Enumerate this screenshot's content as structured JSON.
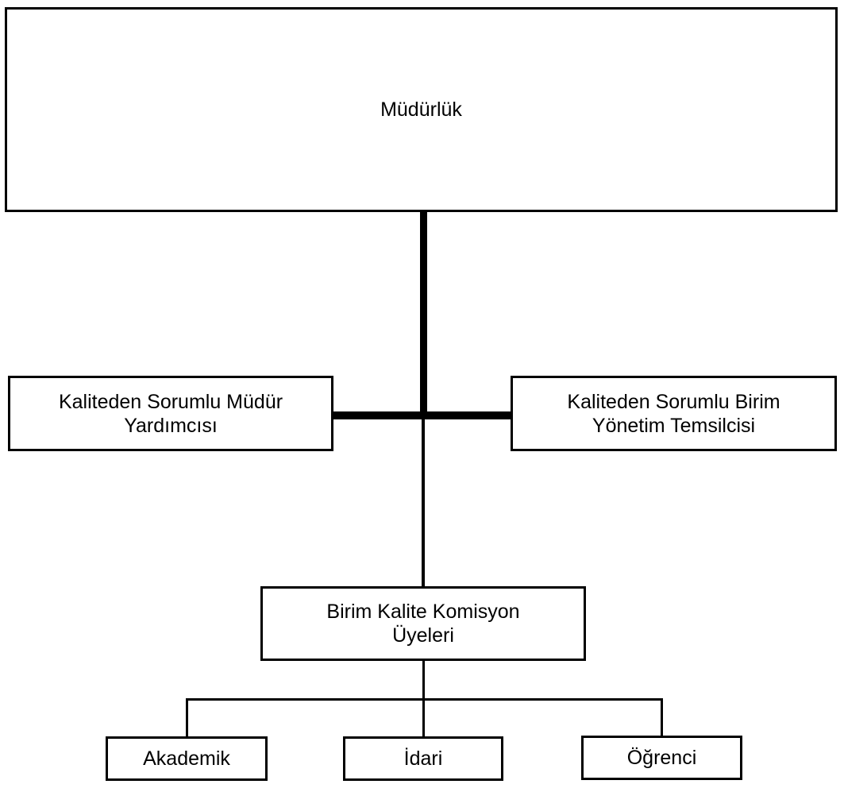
{
  "org_chart": {
    "root": {
      "label": "Müdürlük"
    },
    "deputies": {
      "left": {
        "line1": "Kaliteden Sorumlu Müdür",
        "line2": "Yardımcısı"
      },
      "right": {
        "line1": "Kaliteden Sorumlu Birim",
        "line2": "Yönetim Temsilcisi"
      }
    },
    "commission": {
      "line1": "Birim Kalite Komisyon",
      "line2": "Üyeleri"
    },
    "members": {
      "academic": {
        "label": "Akademik"
      },
      "administrative": {
        "label": "İdari"
      },
      "student": {
        "label": "Öğrenci"
      }
    },
    "colors": {
      "line": "#000000",
      "border": "#000000",
      "text": "#000000",
      "background": "#ffffff"
    }
  }
}
